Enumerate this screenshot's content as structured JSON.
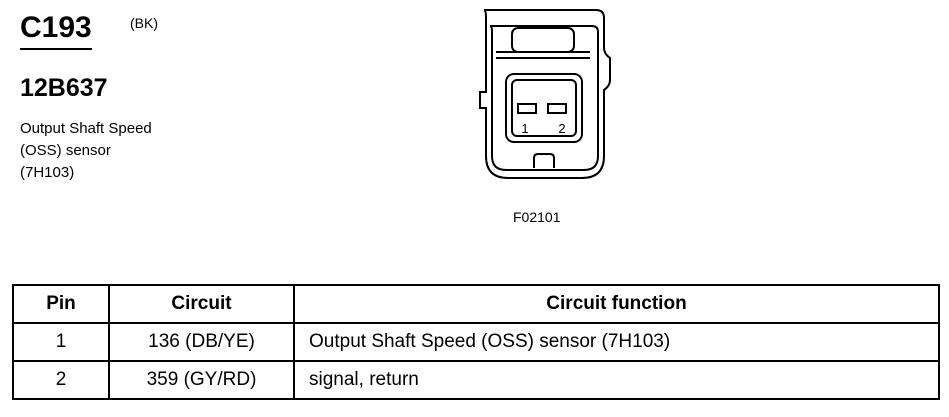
{
  "connector": {
    "id": "C193",
    "color": "(BK)",
    "part_number": "12B637",
    "description_lines": [
      "Output Shaft Speed",
      "(OSS) sensor",
      "(7H103)"
    ],
    "figure_code": "F02101",
    "pin_labels": [
      "1",
      "2"
    ]
  },
  "table": {
    "headers": {
      "pin": "Pin",
      "circuit": "Circuit",
      "function": "Circuit function"
    },
    "rows": [
      {
        "pin": "1",
        "circuit": "136 (DB/YE)",
        "function": "Output Shaft Speed (OSS) sensor (7H103)"
      },
      {
        "pin": "2",
        "circuit": "359 (GY/RD)",
        "function": "signal, return"
      }
    ]
  }
}
